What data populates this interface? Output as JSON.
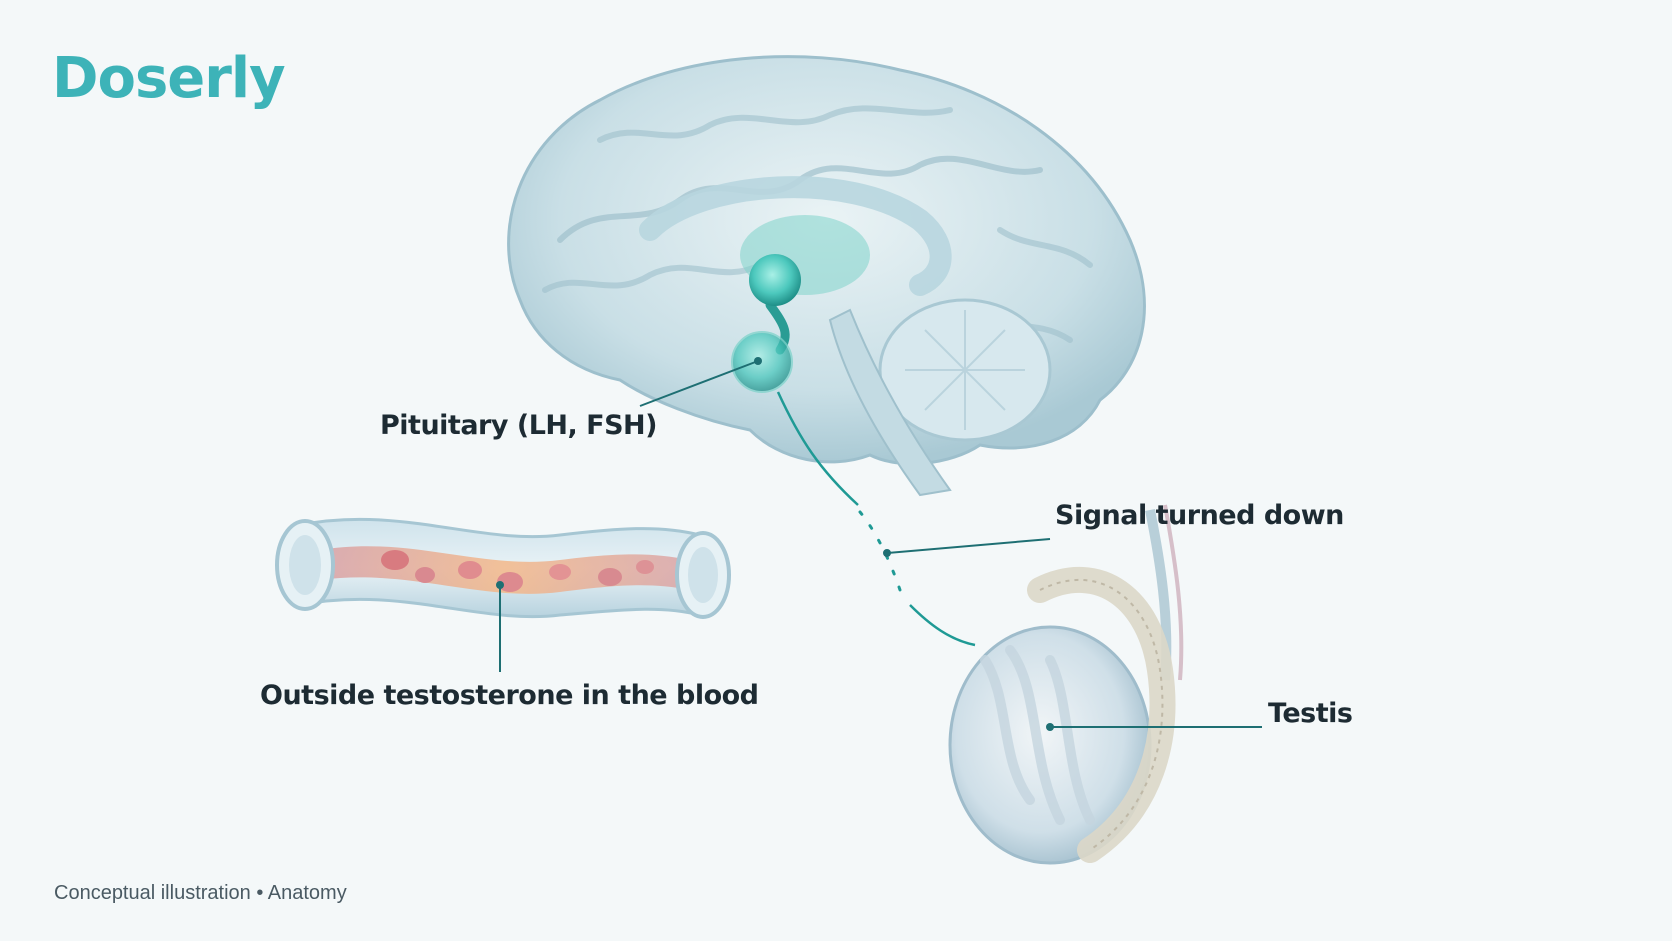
{
  "brand": {
    "name": "Doserly",
    "color": "#3db3b8"
  },
  "labels": {
    "pituitary": "Pituitary (LH, FSH)",
    "signal": "Signal turned down",
    "blood": "Outside testosterone in the blood",
    "testis": "Testis"
  },
  "caption": "Conceptual illustration • Anatomy",
  "colors": {
    "accent": "#1f9a95",
    "leader": "#1e6f73",
    "text": "#1d2b33",
    "background": "#f4f8f9"
  }
}
